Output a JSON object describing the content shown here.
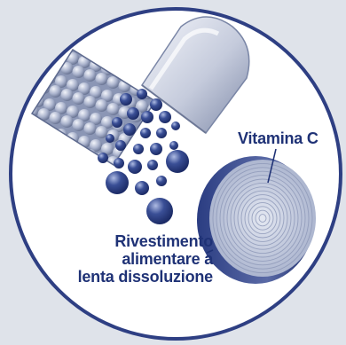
{
  "labels": {
    "vitamin": "Vitamina C",
    "coating_line1": "Rivestimento",
    "coating_line2": "alimentare a",
    "coating_line3": "lenta dissoluzione"
  },
  "colors": {
    "label_text": "#1f3276",
    "circle_outline": "#2e3f83",
    "background": "#dfe3ea",
    "inner_background": "#ffffff",
    "capsule_light": "#c9cfe0",
    "granule_dark": "#2d3f86",
    "tablet_face": "#aeb8d2"
  },
  "icons": {
    "capsule": "capsule-shell-icon",
    "granules": "granule-sphere-icon",
    "tablet": "tablet-disc-icon"
  }
}
